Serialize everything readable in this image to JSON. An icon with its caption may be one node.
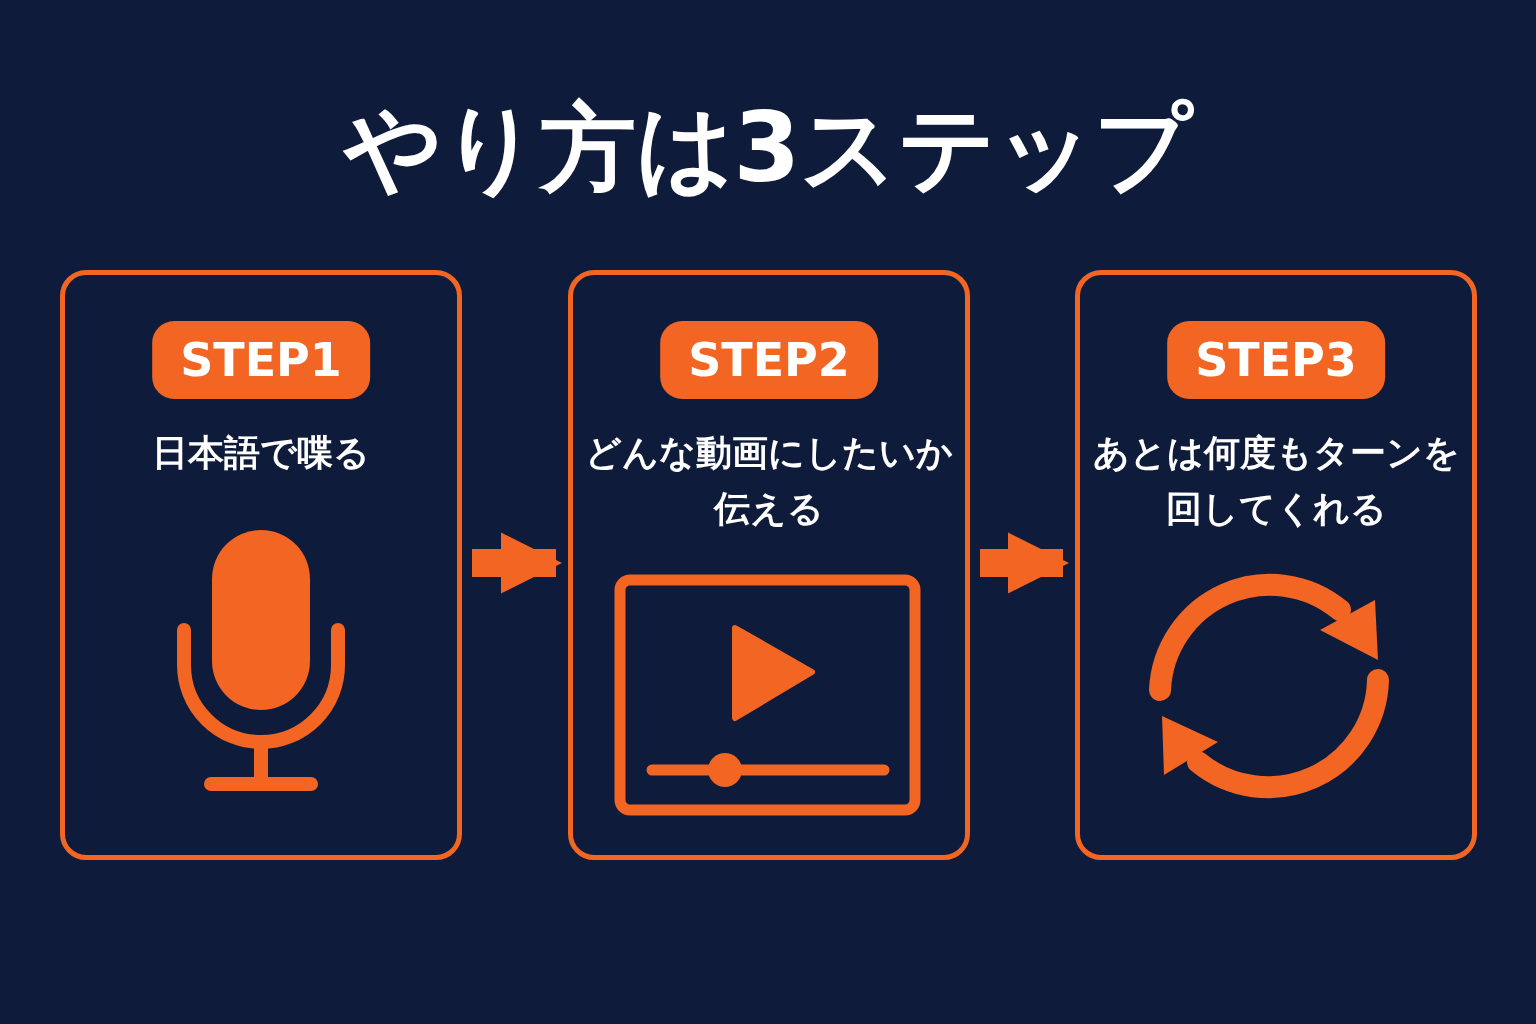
{
  "diagram": {
    "title": "やり方は3ステップ",
    "nodes": [
      {
        "text": [
          "STEP1",
          "日本語で喋る"
        ]
      },
      {
        "text": [
          "STEP2",
          "どんな動画にしたいか伝える"
        ]
      },
      {
        "text": [
          "STEP3",
          "あとは何度もターンを回してくれる"
        ]
      }
    ],
    "edges": [
      {
        "from": 0,
        "to": 1,
        "arrow": "to"
      },
      {
        "from": 1,
        "to": 2,
        "arrow": "to"
      }
    ]
  }
}
